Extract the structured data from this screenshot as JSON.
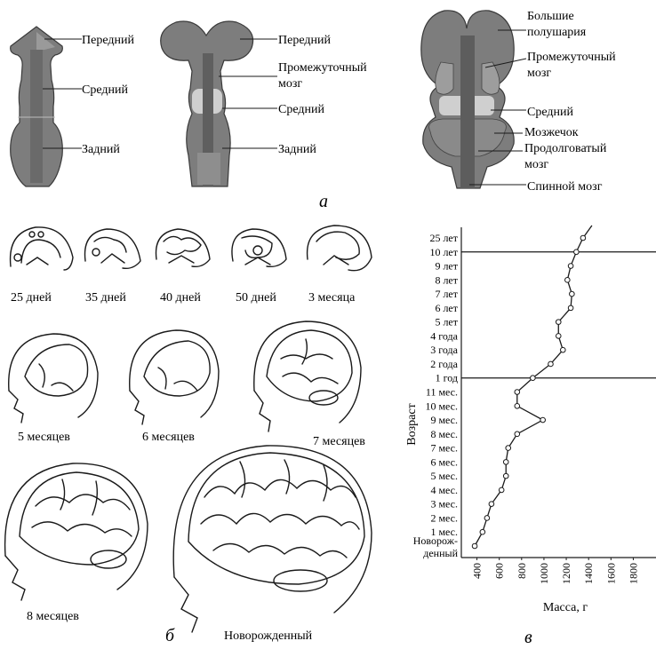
{
  "panel_a": {
    "letter": "а",
    "stage1": {
      "labels": [
        "Передний",
        "Средний",
        "Задний"
      ]
    },
    "stage2": {
      "labels": [
        "Передний",
        "Промежуточный",
        "мозг",
        "Средний",
        "Задний"
      ]
    },
    "stage3": {
      "labels": [
        "Большие",
        "полушария",
        "Промежуточный",
        "мозг",
        "Средний",
        "Мозжечок",
        "Продолговатый",
        "мозг",
        "Спинной мозг"
      ]
    }
  },
  "panel_b": {
    "letter": "б",
    "embryo_captions": [
      "25 дней",
      "35 дней",
      "40 дней",
      "50 дней",
      "3 месяца"
    ],
    "captions": {
      "m5": "5 месяцев",
      "m6": "6 месяцев",
      "m7": "7 месяцев",
      "m8": "8 месяцев",
      "newborn": "Новорожденный"
    }
  },
  "panel_v": {
    "letter": "в",
    "chart_data": {
      "type": "line",
      "xlabel": "Масса, г",
      "ylabel": "Возраст",
      "x_ticks": [
        "400",
        "600",
        "800",
        "1000",
        "1200",
        "1400",
        "1600",
        "1800"
      ],
      "xlim": [
        300,
        1900
      ],
      "categories": [
        "Новорож-денный",
        "1 мес.",
        "2 мес.",
        "3 мес.",
        "4 мес.",
        "5 мес.",
        "6 мес.",
        "7 мес.",
        "8 мес.",
        "9 мес.",
        "10 мес.",
        "11 мес.",
        "1 год",
        "2 года",
        "3 года",
        "4 года",
        "5 лет",
        "6 лет",
        "7 лет",
        "8 лет",
        "9 лет",
        "10 лет",
        "25 лет"
      ],
      "category_labels": [
        "Новорож-",
        "денный",
        "1 мес.",
        "2 мес.",
        "3 мес.",
        "4 мес.",
        "5 мес.",
        "6 мес.",
        "7 мес.",
        "8 мес.",
        "9 мес.",
        "10 мес.",
        "11 мес.",
        "1 год",
        "2 года",
        "3 года",
        "4 года",
        "5 лет",
        "6 лет",
        "7 лет",
        "8 лет",
        "9 лет",
        "10 лет",
        "25 лет"
      ],
      "values": [
        380,
        450,
        490,
        530,
        620,
        660,
        660,
        680,
        760,
        990,
        760,
        760,
        900,
        1060,
        1170,
        1130,
        1130,
        1240,
        1250,
        1210,
        1240,
        1290,
        1350
      ],
      "reference_lines": [
        "1 год",
        "10 лет"
      ],
      "grid": false
    }
  }
}
